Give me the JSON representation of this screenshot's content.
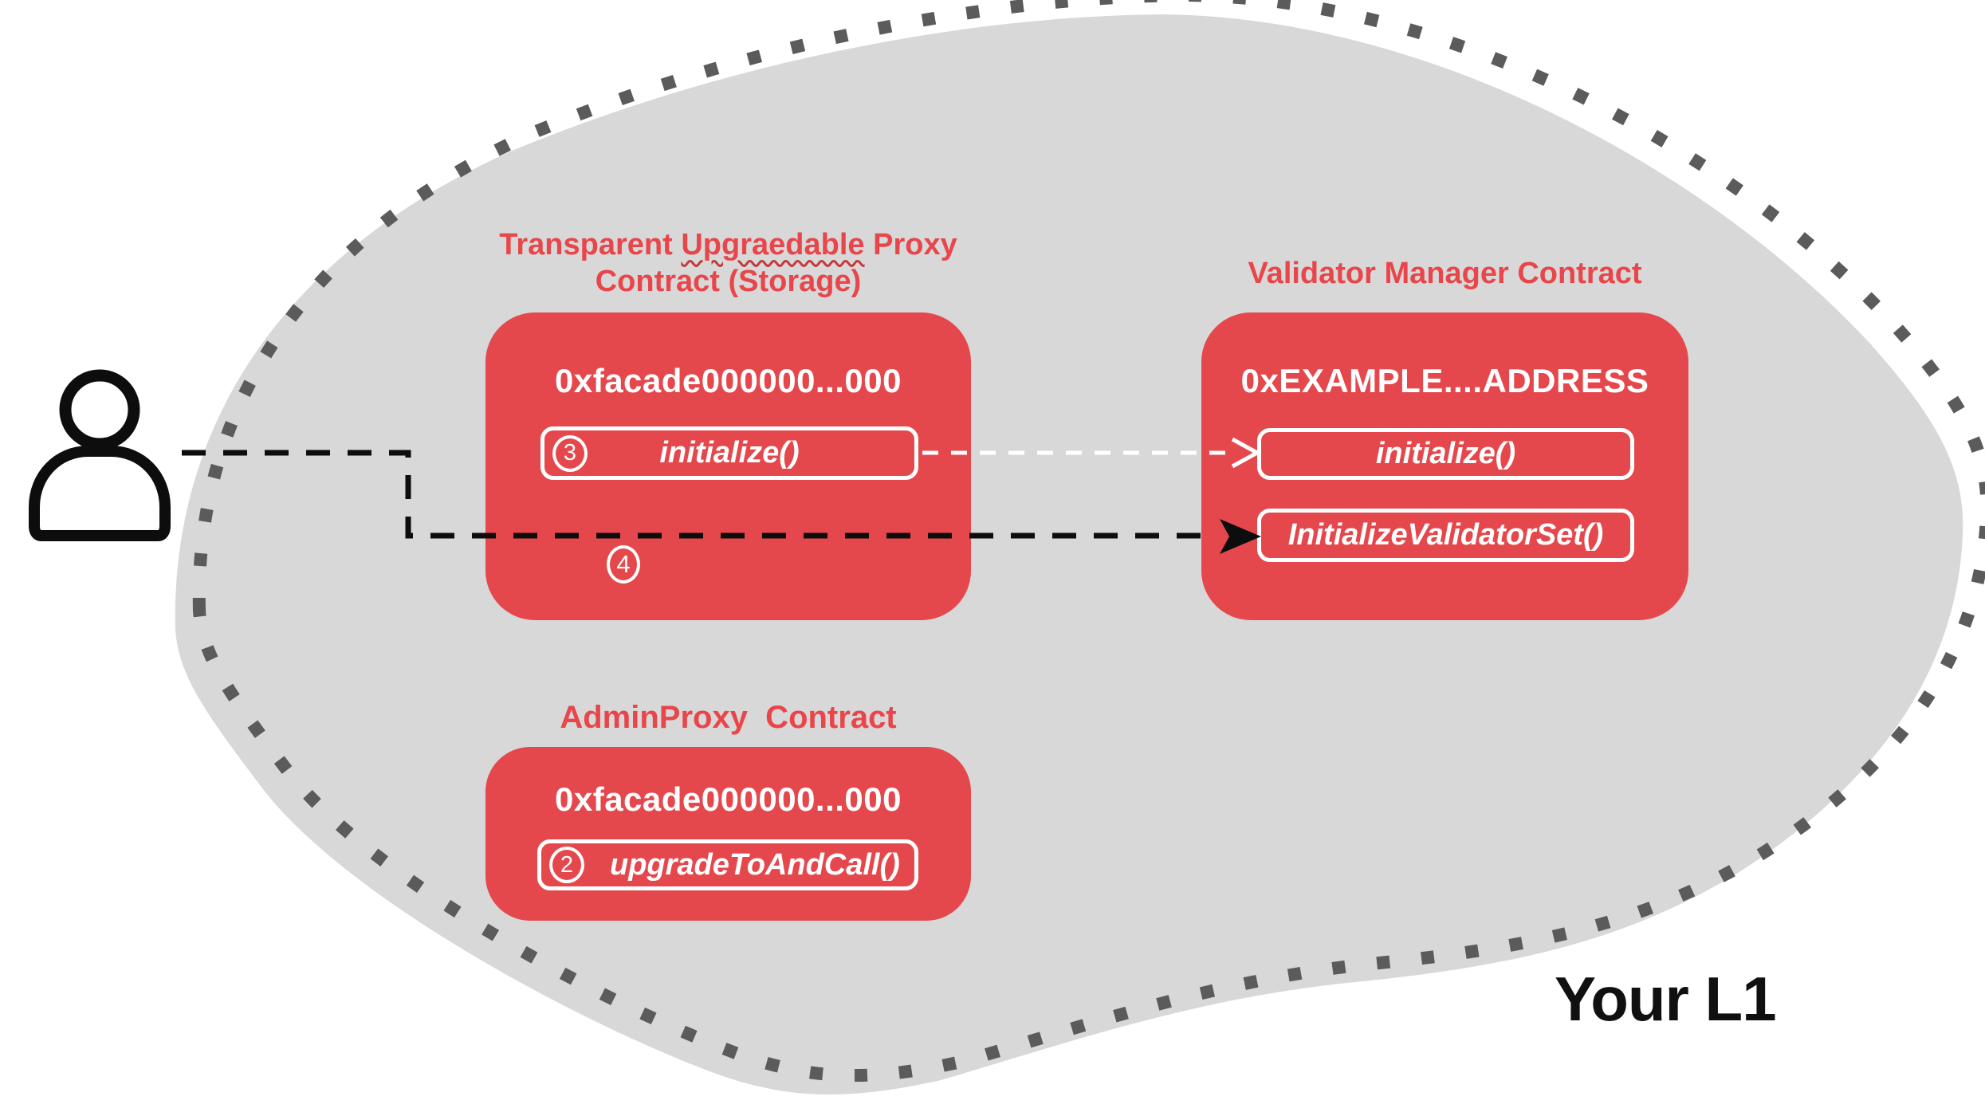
{
  "colors": {
    "card_red": "#E5484C",
    "title_red": "#E8464A",
    "blob_gray": "#D8D8D8",
    "dot_gray": "#5B5B5B",
    "arrow_black": "#0D0D0D",
    "squiggle_red": "#C4393B"
  },
  "region_label": "Your L1",
  "cards": {
    "proxy": {
      "title_part1": "Transparent",
      "title_misspelled": "Upgraedable",
      "title_part2": "Proxy",
      "title_line2": "Contract (Storage)",
      "address": "0xfacade000000...000",
      "button": {
        "step": "3",
        "label": "initialize()"
      },
      "floating_step": "4"
    },
    "validator": {
      "title": "Validator Manager Contract",
      "address": "0xEXAMPLE....ADDRESS",
      "buttons": [
        {
          "label": "initialize()"
        },
        {
          "label": "InitializeValidatorSet()"
        }
      ]
    },
    "admin": {
      "title": "AdminProxy  Contract",
      "address": "0xfacade000000...000",
      "button": {
        "step": "2",
        "label": "upgradeToAndCall()"
      }
    }
  }
}
